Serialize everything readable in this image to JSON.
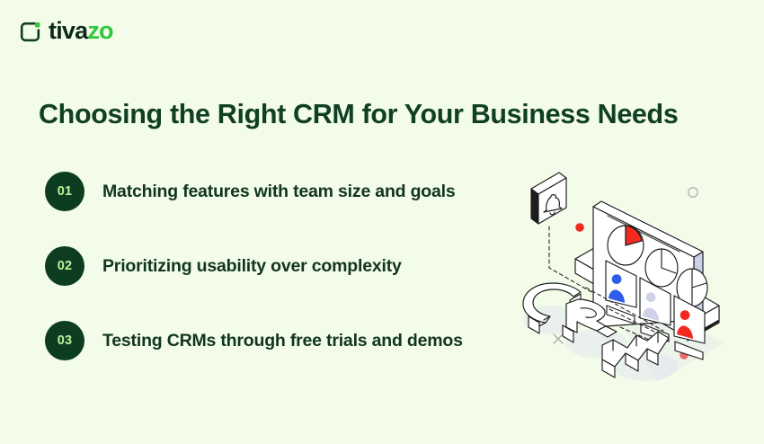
{
  "brand": {
    "name_dark": "tiva",
    "name_accent": "zo",
    "mark_icon": "tivazo-bracket-icon",
    "color_dark": "#0c2b18",
    "color_accent": "#2fc93d"
  },
  "header": {
    "title": "Choosing the Right CRM for Your Business Needs",
    "title_color": "#103f22"
  },
  "list": {
    "items": [
      {
        "number": "01",
        "label": "Matching features with team size and goals"
      },
      {
        "number": "02",
        "label": "Prioritizing usability over complexity"
      },
      {
        "number": "03",
        "label": "Testing CRMs through free trials and demos"
      }
    ],
    "badge_bg": "#0d3d20",
    "badge_text_color": "#bdf29a",
    "label_color": "#11351f"
  },
  "illustration": {
    "name": "isometric-crm-dashboard-illustration",
    "word_3d": "CRM",
    "elements": [
      "notification-bell-card",
      "isometric-monitor-screen",
      "pie-chart-red-slice",
      "pie-chart-clock",
      "pie-chart-split",
      "user-card-blue",
      "user-card-gray",
      "user-card-red",
      "crm-3d-letters",
      "dashed-connector-lines",
      "red-dot-accent-top",
      "red-dot-accent-bottom",
      "small-circle-accent",
      "x-mark-accent"
    ],
    "colors": {
      "outline": "#1a1a1a",
      "fill": "#ffffff",
      "red": "#f42a20",
      "blue": "#2f5ce8",
      "gray": "#cfd2e8",
      "dark_face": "#1d1d1d",
      "shadow": "#dfe2f0"
    }
  },
  "page": {
    "background": "#f2fce8"
  }
}
